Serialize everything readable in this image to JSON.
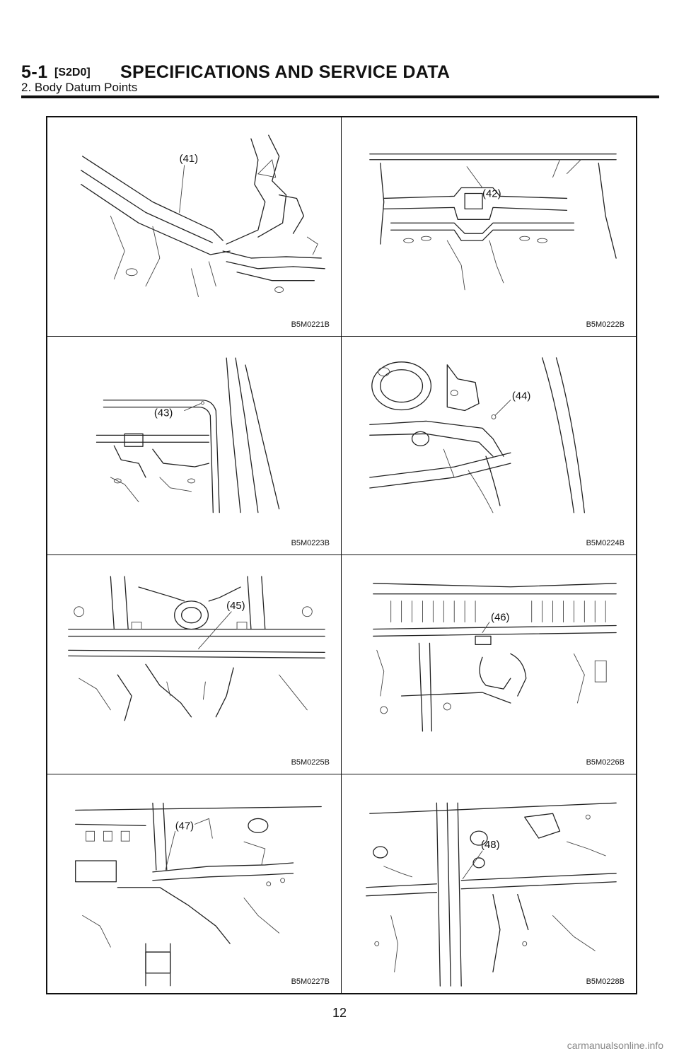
{
  "header": {
    "section_number": "5-1",
    "section_code": "[S2D0]",
    "title": "SPECIFICATIONS AND SERVICE DATA",
    "subtitle": "2. Body Datum Points"
  },
  "figures": [
    {
      "label": "(41)",
      "code": "B5M0221B"
    },
    {
      "label": "(42)",
      "code": "B5M0222B"
    },
    {
      "label": "(43)",
      "code": "B5M0223B"
    },
    {
      "label": "(44)",
      "code": "B5M0224B"
    },
    {
      "label": "(45)",
      "code": "B5M0225B"
    },
    {
      "label": "(46)",
      "code": "B5M0226B"
    },
    {
      "label": "(47)",
      "code": "B5M0227B"
    },
    {
      "label": "(48)",
      "code": "B5M0228B"
    }
  ],
  "page_number": "12",
  "watermark": "carmanualsonline.info"
}
